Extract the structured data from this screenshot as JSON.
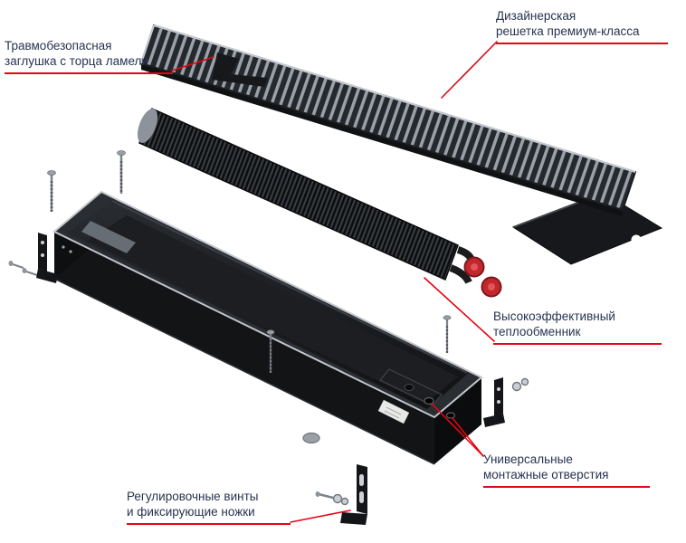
{
  "colors": {
    "accent": "#e30613",
    "label_text": "#273350",
    "background": "#ffffff"
  },
  "labels": {
    "end_cap": {
      "line1": "Травмобезопасная",
      "line2": "заглушка с торца ламели"
    },
    "grille": {
      "line1": "Дизайнерская",
      "line2": "решетка премиум-класса"
    },
    "heat_exchanger": {
      "line1": "Высокоэффективный",
      "line2": "теплообменник"
    },
    "mounting_holes": {
      "line1": "Универсальные",
      "line2": "монтажные отверстия"
    },
    "feet": {
      "line1": "Регулировочные винты",
      "line2": "и фиксирующие ножки"
    }
  }
}
